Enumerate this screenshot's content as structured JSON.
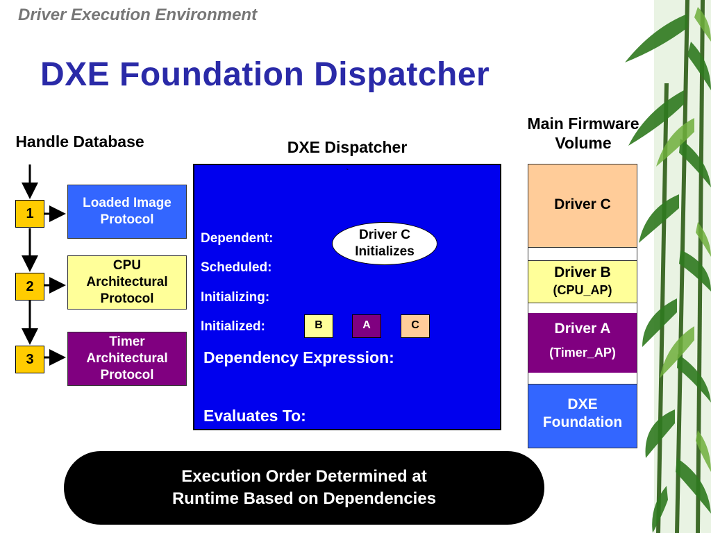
{
  "subtitle": "Driver Execution Environment",
  "title": "DXE Foundation Dispatcher",
  "handle_db": {
    "header": "Handle Database",
    "numbers": [
      "1",
      "2",
      "3"
    ],
    "protocols": [
      {
        "line1": "Loaded Image",
        "line2": "Protocol",
        "line3": "",
        "color": "#3366ff",
        "text_color": "#ffffff"
      },
      {
        "line1": "CPU",
        "line2": "Architectural",
        "line3": "Protocol",
        "color": "#ffff99",
        "text_color": "#000000"
      },
      {
        "line1": "Timer",
        "line2": "Architectural",
        "line3": "Protocol",
        "color": "#800080",
        "text_color": "#ffffff"
      }
    ]
  },
  "dispatcher": {
    "header": "DXE Dispatcher",
    "tick_mark": "`",
    "labels": [
      "Dependent:",
      "Scheduled:",
      "Initializing:",
      "Initialized:"
    ],
    "initialized_items": [
      {
        "label": "B",
        "color": "#ffff99",
        "text_color": "#000000"
      },
      {
        "label": "A",
        "color": "#800080",
        "text_color": "#ffffff"
      },
      {
        "label": "C",
        "color": "#ffcc99",
        "text_color": "#000000"
      }
    ],
    "ellipse_line1": "Driver C",
    "ellipse_line2": "Initializes",
    "dependency_expression": "Dependency Expression:",
    "evaluates_to": "Evaluates To:"
  },
  "firmware_volume": {
    "header_line1": "Main Firmware",
    "header_line2": "Volume",
    "driver_c": {
      "line1": "Driver C",
      "color": "#ffcc99"
    },
    "driver_b": {
      "line1": "Driver B",
      "line2": "(CPU_AP)",
      "color": "#ffff99"
    },
    "driver_a": {
      "line1": "Driver A",
      "line2": "(Timer_AP)",
      "color": "#800080"
    },
    "foundation": {
      "line1": "DXE",
      "line2": "Foundation",
      "color": "#3366ff"
    }
  },
  "footer": {
    "line1": "Execution Order Determined at",
    "line2": "Runtime Based on Dependencies"
  }
}
